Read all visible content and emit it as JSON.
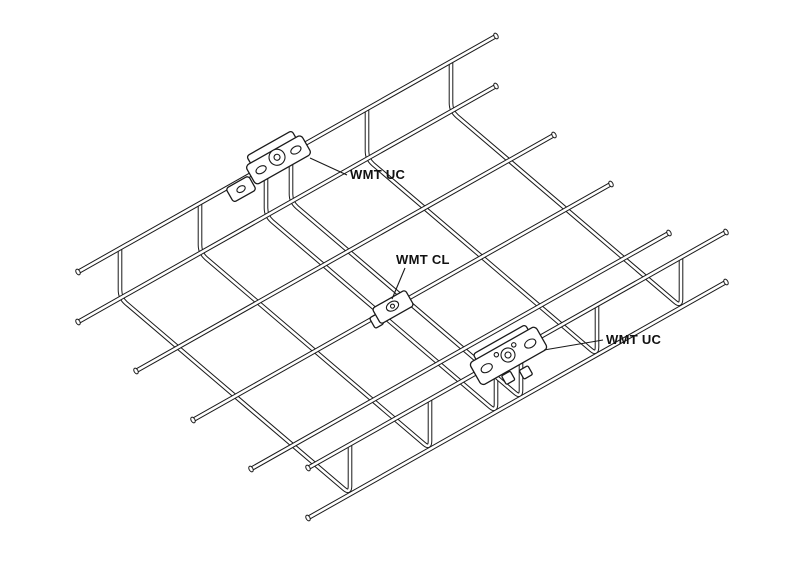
{
  "diagram": {
    "description": "Isometric line drawing of two wire mesh cable tray sections joined with splice connectors",
    "labels": {
      "uc_top": "WMT UC",
      "cl_center": "WMT CL",
      "uc_right": "WMT UC"
    },
    "colors": {
      "line": "#1a1a1a",
      "background": "#ffffff"
    }
  }
}
